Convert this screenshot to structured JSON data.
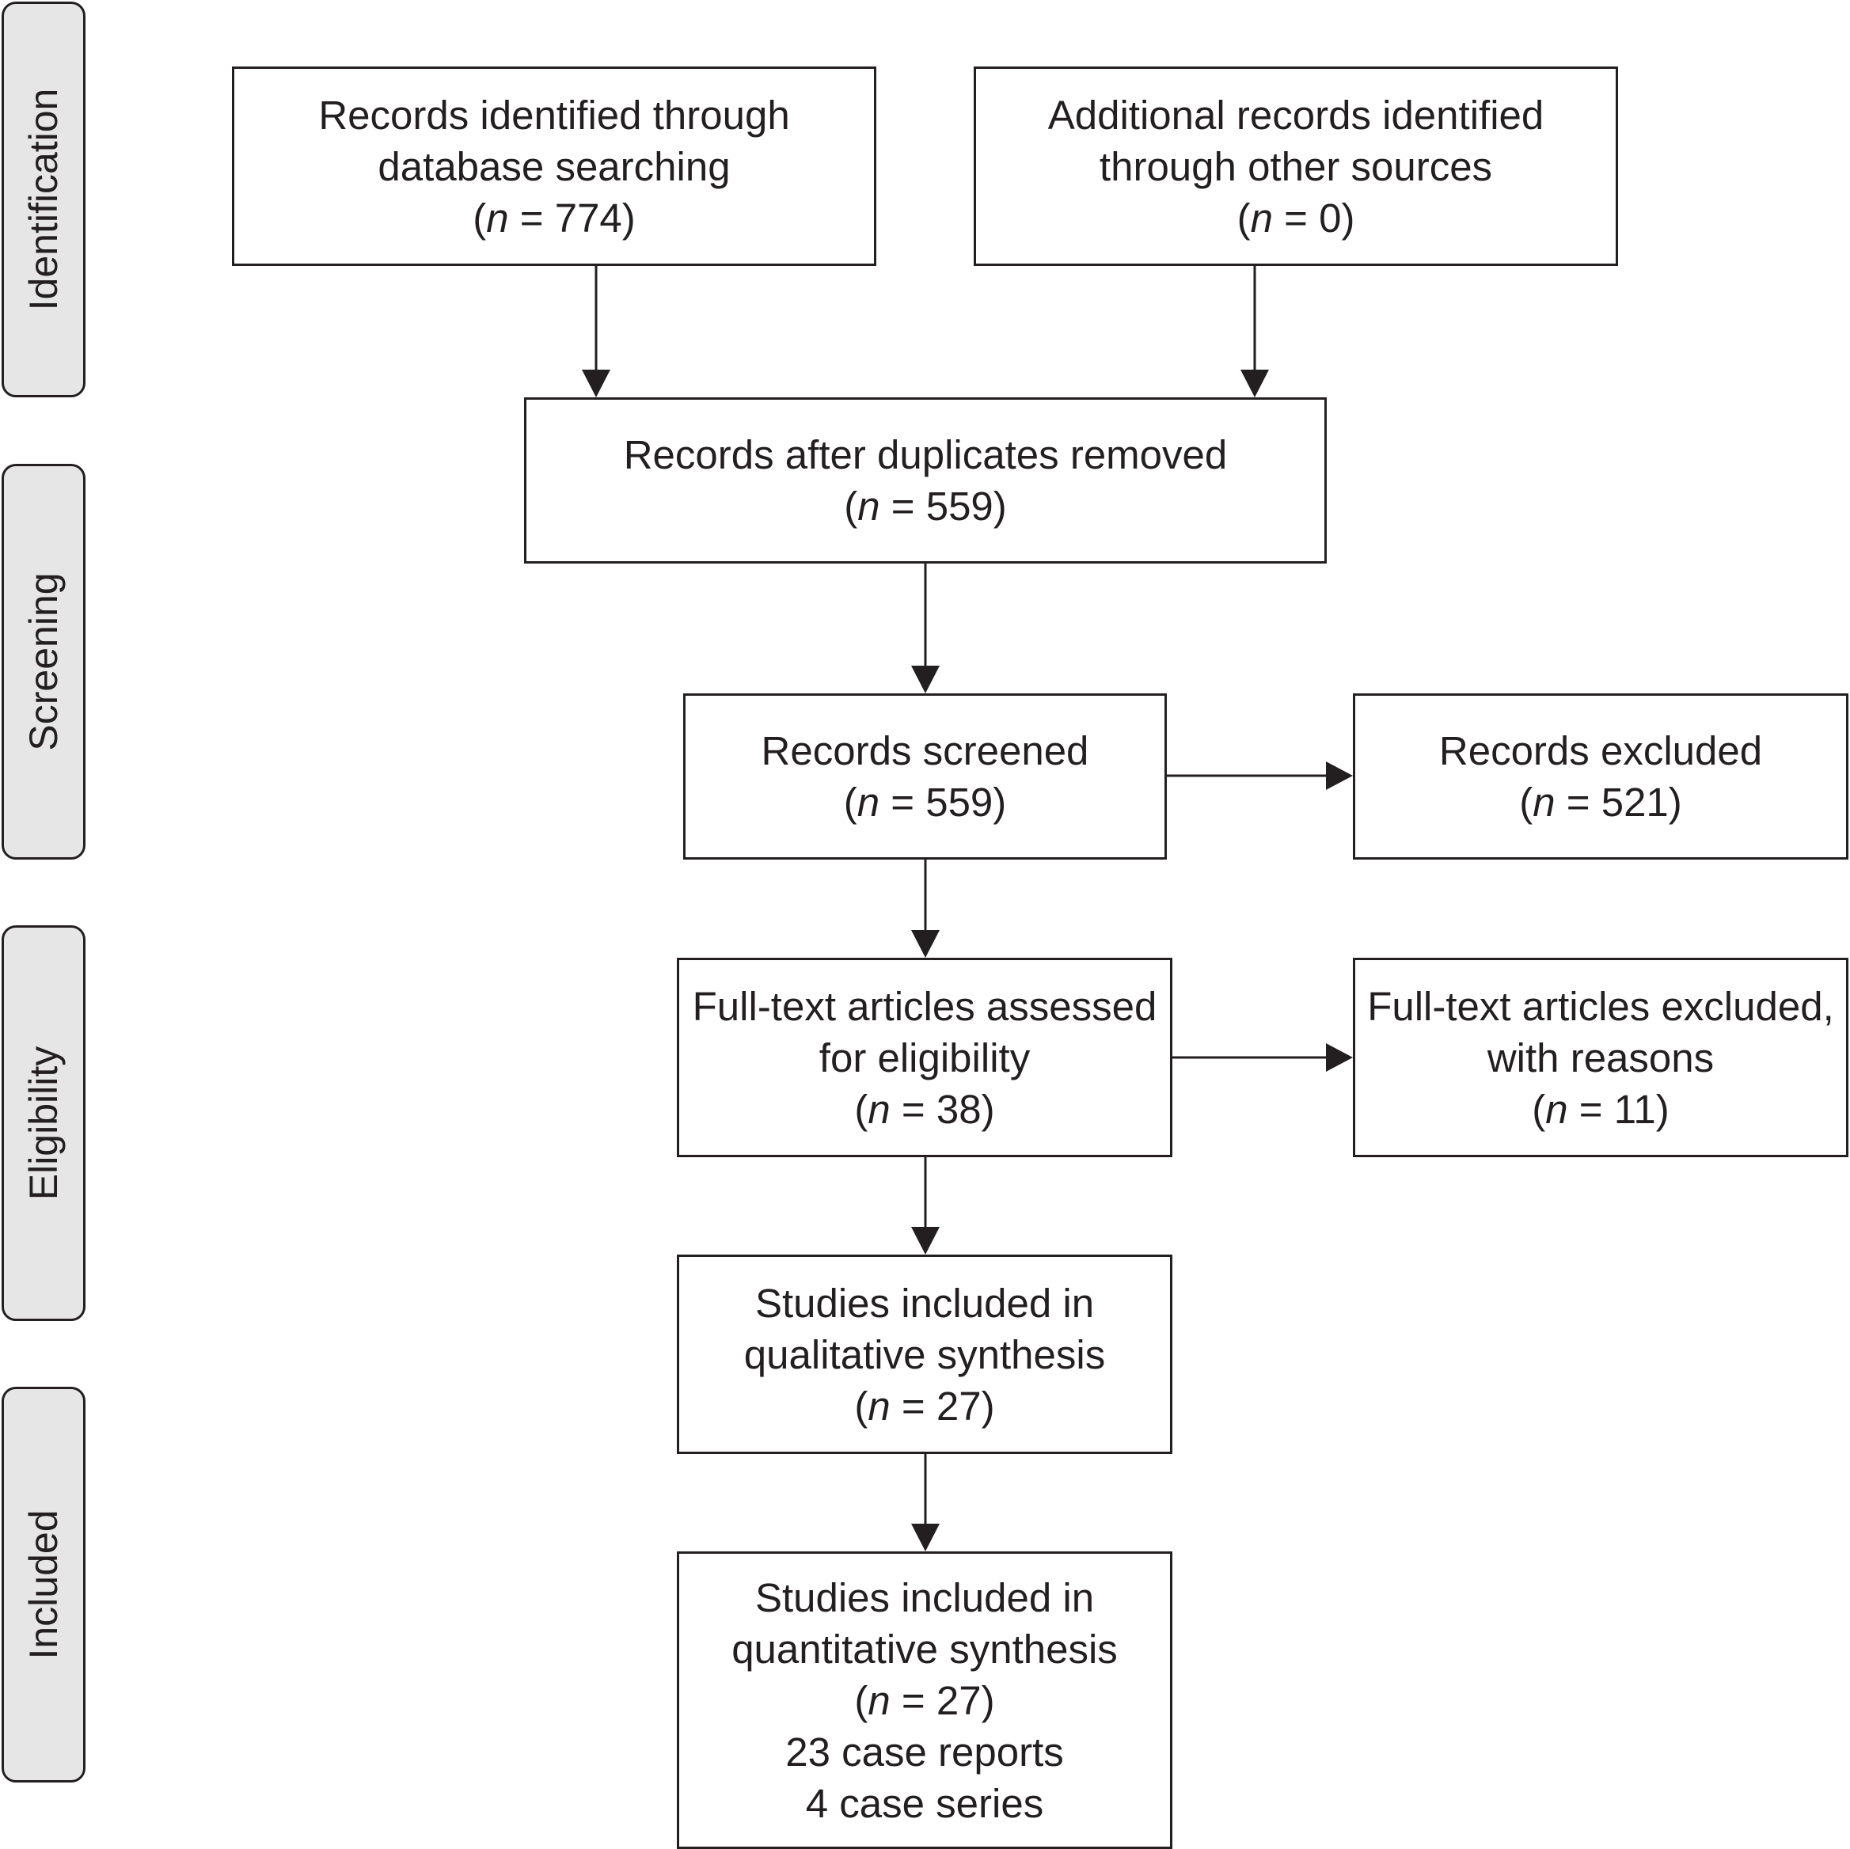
{
  "stages": {
    "identification": "Identification",
    "screening": "Screening",
    "eligibility": "Eligibility",
    "included": "Included"
  },
  "boxes": {
    "database_search": {
      "lines": [
        "Records identified through",
        "database searching"
      ],
      "n": "774"
    },
    "other_sources": {
      "lines": [
        "Additional records identified",
        "through other sources"
      ],
      "n": "0"
    },
    "duplicates_removed": {
      "lines": [
        "Records after duplicates removed"
      ],
      "n": "559"
    },
    "screened": {
      "lines": [
        "Records screened"
      ],
      "n": "559"
    },
    "excluded": {
      "lines": [
        "Records excluded"
      ],
      "n": "521"
    },
    "fulltext_assessed": {
      "lines": [
        "Full-text articles assessed",
        "for eligibility"
      ],
      "n": "38"
    },
    "fulltext_excluded": {
      "lines": [
        "Full-text articles excluded,",
        "with reasons"
      ],
      "n": "11"
    },
    "qualitative": {
      "lines": [
        "Studies included in",
        "qualitative synthesis"
      ],
      "n": "27"
    },
    "quantitative": {
      "lines": [
        "Studies included in",
        "quantitative synthesis"
      ],
      "n": "27",
      "extra": [
        "23 case reports",
        "4 case series"
      ]
    }
  }
}
